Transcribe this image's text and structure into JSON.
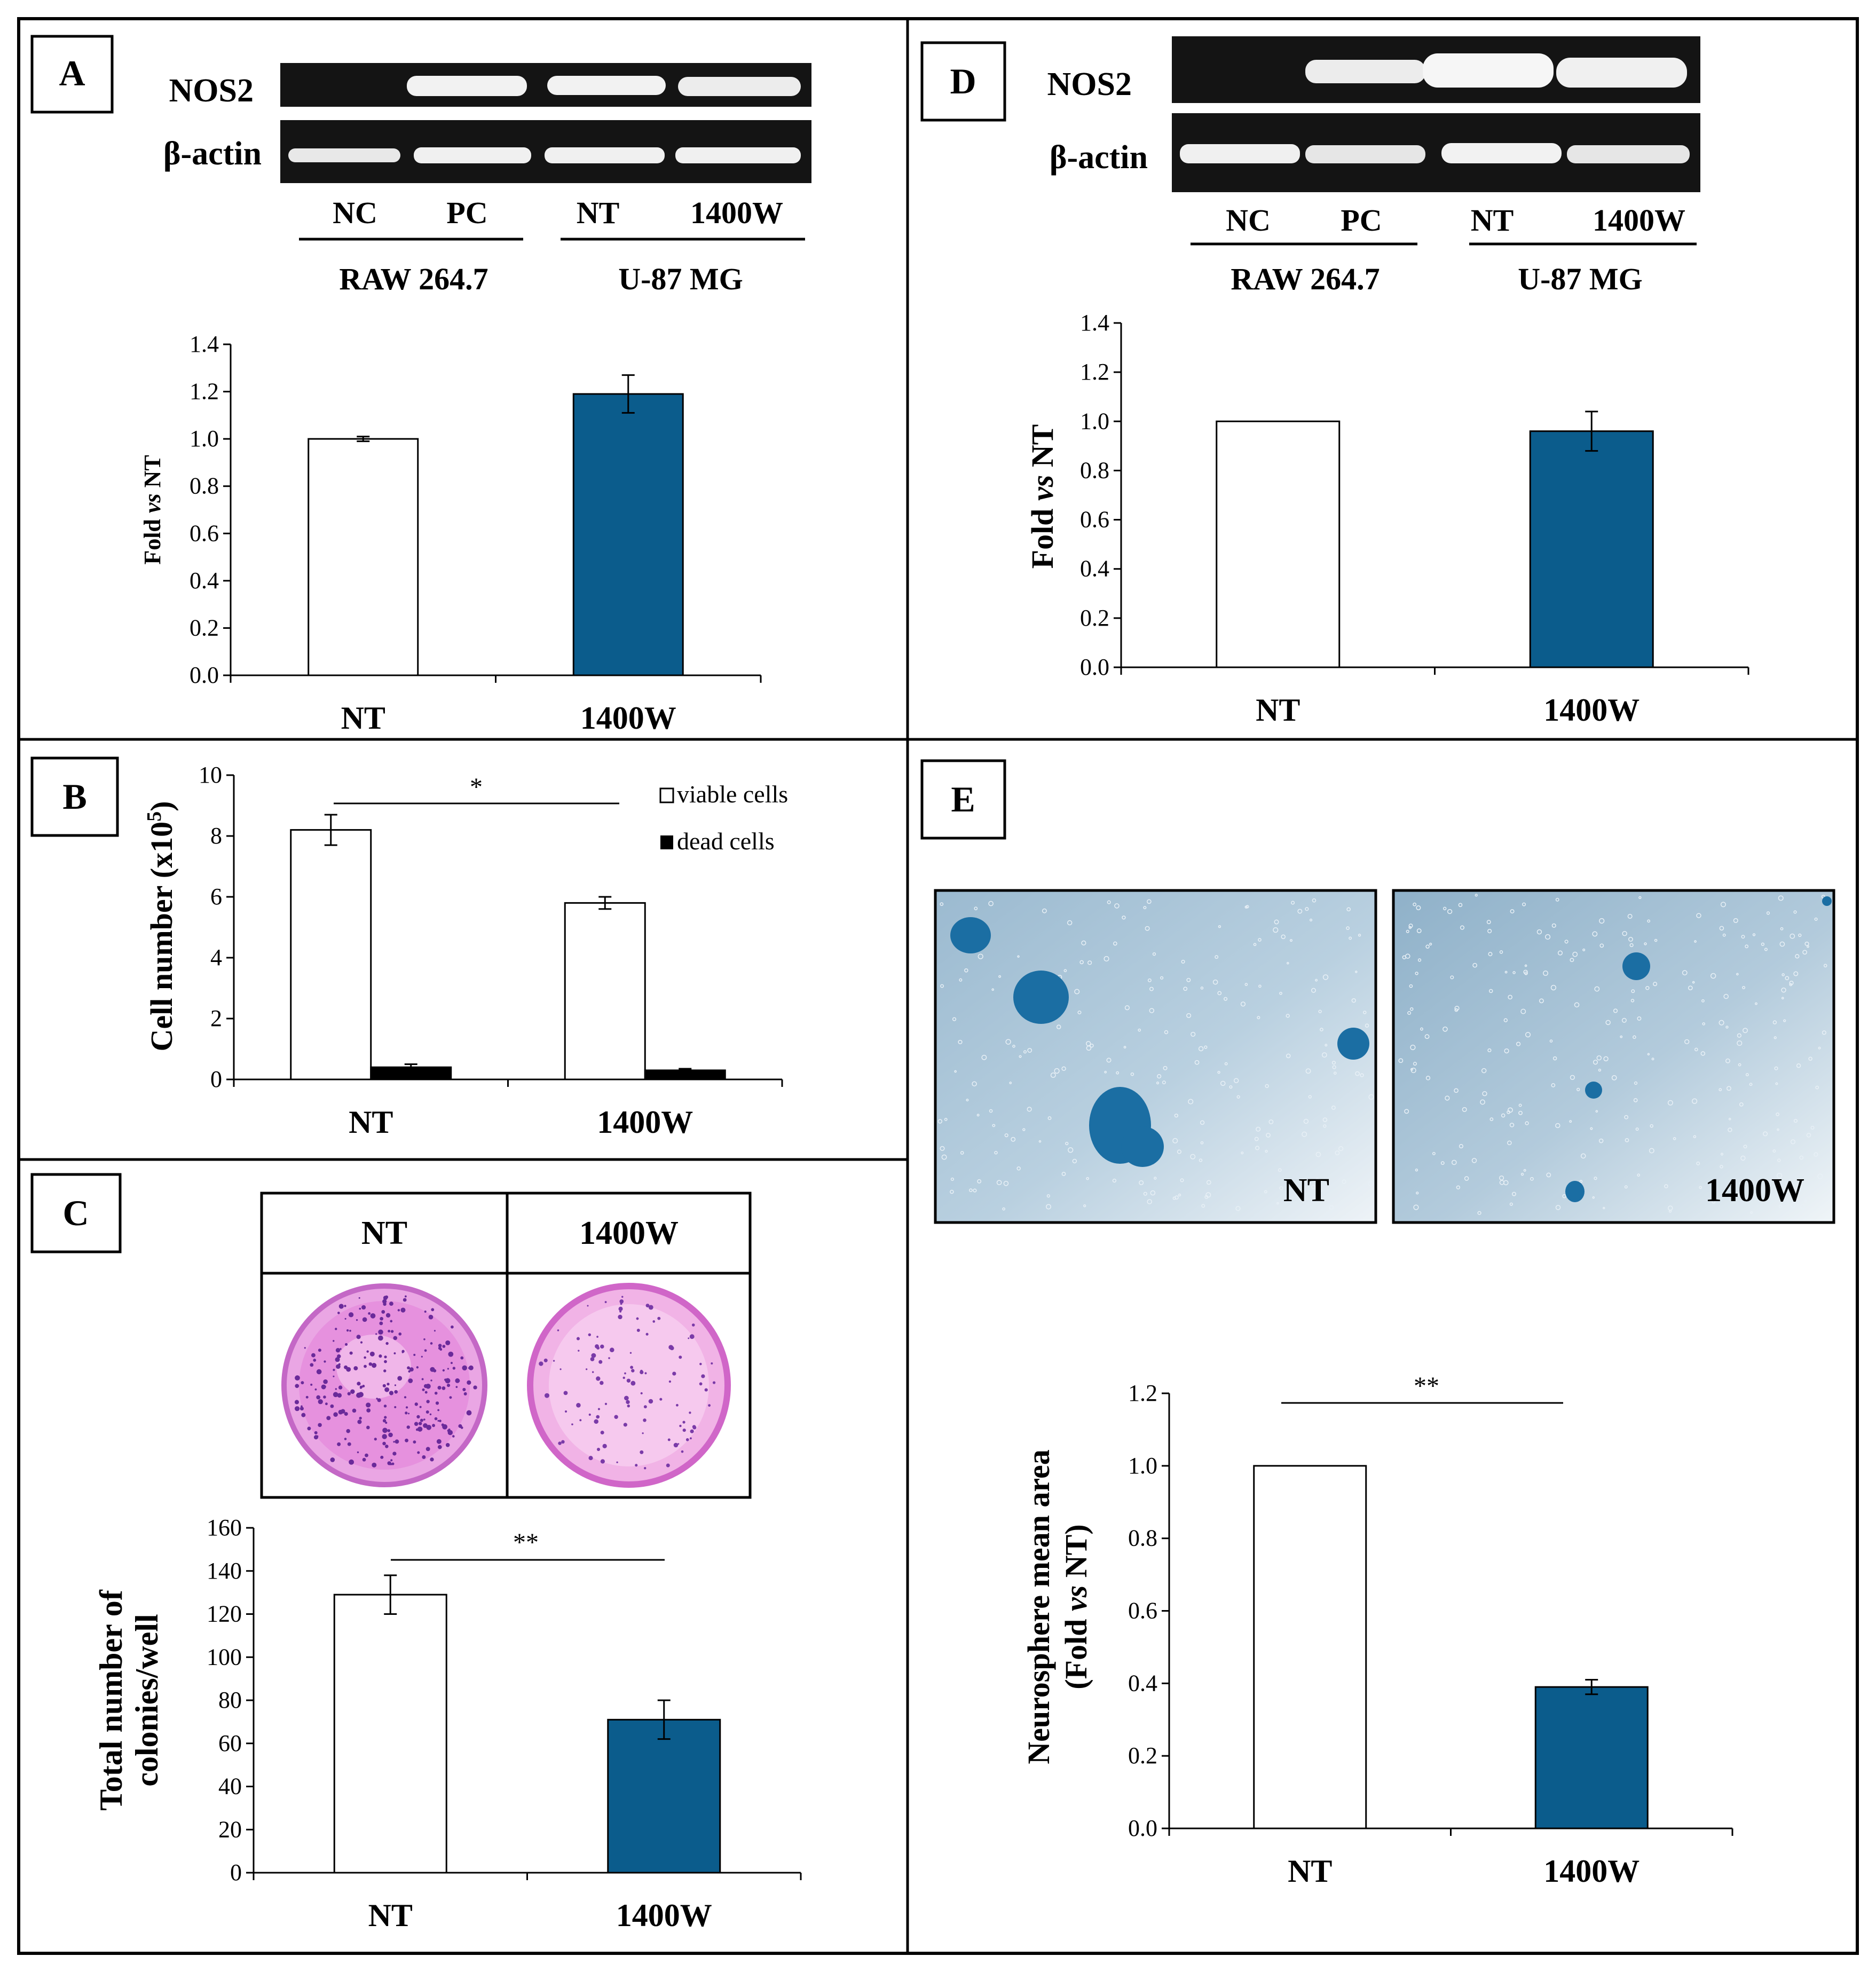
{
  "colors": {
    "navy": "#0b5c8c",
    "white": "#ffffff",
    "black": "#000000",
    "blot_bg": "#141414",
    "band": "#f2f2f2",
    "dish_pink": "#e87de0",
    "sphere_bg": "#a9c6da",
    "sphere": "#1b6ea3"
  },
  "panel_A": {
    "letter": "A",
    "blot_labels": [
      "NOS2",
      "β-actin"
    ],
    "lanes": [
      "NC",
      "PC",
      "NT",
      "1400W"
    ],
    "groups": [
      "RAW 264.7",
      "U-87 MG"
    ]
  },
  "panel_D": {
    "letter": "D",
    "blot_labels": [
      "NOS2",
      "β-actin"
    ],
    "lanes": [
      "NC",
      "PC",
      "NT",
      "1400W"
    ],
    "groups": [
      "RAW 264.7",
      "U-87 MG"
    ]
  },
  "panel_B": {
    "letter": "B",
    "legend": [
      "viable cells",
      "dead cells"
    ],
    "significance": "*"
  },
  "panel_C": {
    "letter": "C",
    "table_headers": [
      "NT",
      "1400W"
    ],
    "significance": "**"
  },
  "panel_E": {
    "letter": "E",
    "image_labels": [
      "NT",
      "1400W"
    ],
    "significance": "**"
  },
  "chart_data": [
    {
      "panel": "A",
      "type": "bar",
      "categories": [
        "NT",
        "1400W"
      ],
      "values": [
        1.0,
        1.19
      ],
      "errors": [
        0.01,
        0.08
      ],
      "ylabel_parts": [
        "Fold ",
        "vs",
        " NT"
      ],
      "ylim": [
        0,
        1.4
      ],
      "yticks": [
        "0.0",
        "0.2",
        "0.4",
        "0.6",
        "0.8",
        "1.0",
        "1.2",
        "1.4"
      ],
      "grid": false
    },
    {
      "panel": "D",
      "type": "bar",
      "categories": [
        "NT",
        "1400W"
      ],
      "values": [
        1.0,
        0.96
      ],
      "errors": [
        0.0,
        0.08
      ],
      "ylabel_parts": [
        "Fold  ",
        "vs",
        " NT"
      ],
      "ylim": [
        0,
        1.4
      ],
      "yticks": [
        "0.0",
        "0.2",
        "0.4",
        "0.6",
        "0.8",
        "1.0",
        "1.2",
        "1.4"
      ],
      "grid": false
    },
    {
      "panel": "B",
      "type": "bar",
      "categories": [
        "NT",
        "1400W"
      ],
      "series": [
        {
          "name": "viable cells",
          "values": [
            8.2,
            5.8
          ],
          "errors": [
            0.5,
            0.2
          ]
        },
        {
          "name": "dead cells",
          "values": [
            0.4,
            0.3
          ],
          "errors": [
            0.1,
            0.05
          ]
        }
      ],
      "ylabel": "Cell number  (x10",
      "ylabel_sup": "5",
      "ylabel_end": ")",
      "ylim": [
        0,
        10
      ],
      "yticks": [
        "0",
        "2",
        "4",
        "6",
        "8",
        "10"
      ],
      "legend_position": "top-right",
      "grid": false
    },
    {
      "panel": "C",
      "type": "bar",
      "categories": [
        "NT",
        "1400W"
      ],
      "values": [
        129,
        71
      ],
      "errors": [
        9,
        9
      ],
      "ylabel_lines": [
        "Total number of",
        "colonies/well"
      ],
      "ylim": [
        0,
        160
      ],
      "yticks": [
        "0",
        "20",
        "40",
        "60",
        "80",
        "100",
        "120",
        "140",
        "160"
      ],
      "grid": false
    },
    {
      "panel": "E",
      "type": "bar",
      "categories": [
        "NT",
        "1400W"
      ],
      "values": [
        1.0,
        0.39
      ],
      "errors": [
        0.0,
        0.02
      ],
      "ylabel_lines": [
        "Neurosphere mean area"
      ],
      "ylabel_line2_parts": [
        "(Fold ",
        "vs",
        " NT)"
      ],
      "ylim": [
        0,
        1.2
      ],
      "yticks": [
        "0.0",
        "0.2",
        "0.4",
        "0.6",
        "0.8",
        "1.0",
        "1.2"
      ],
      "grid": false
    }
  ]
}
